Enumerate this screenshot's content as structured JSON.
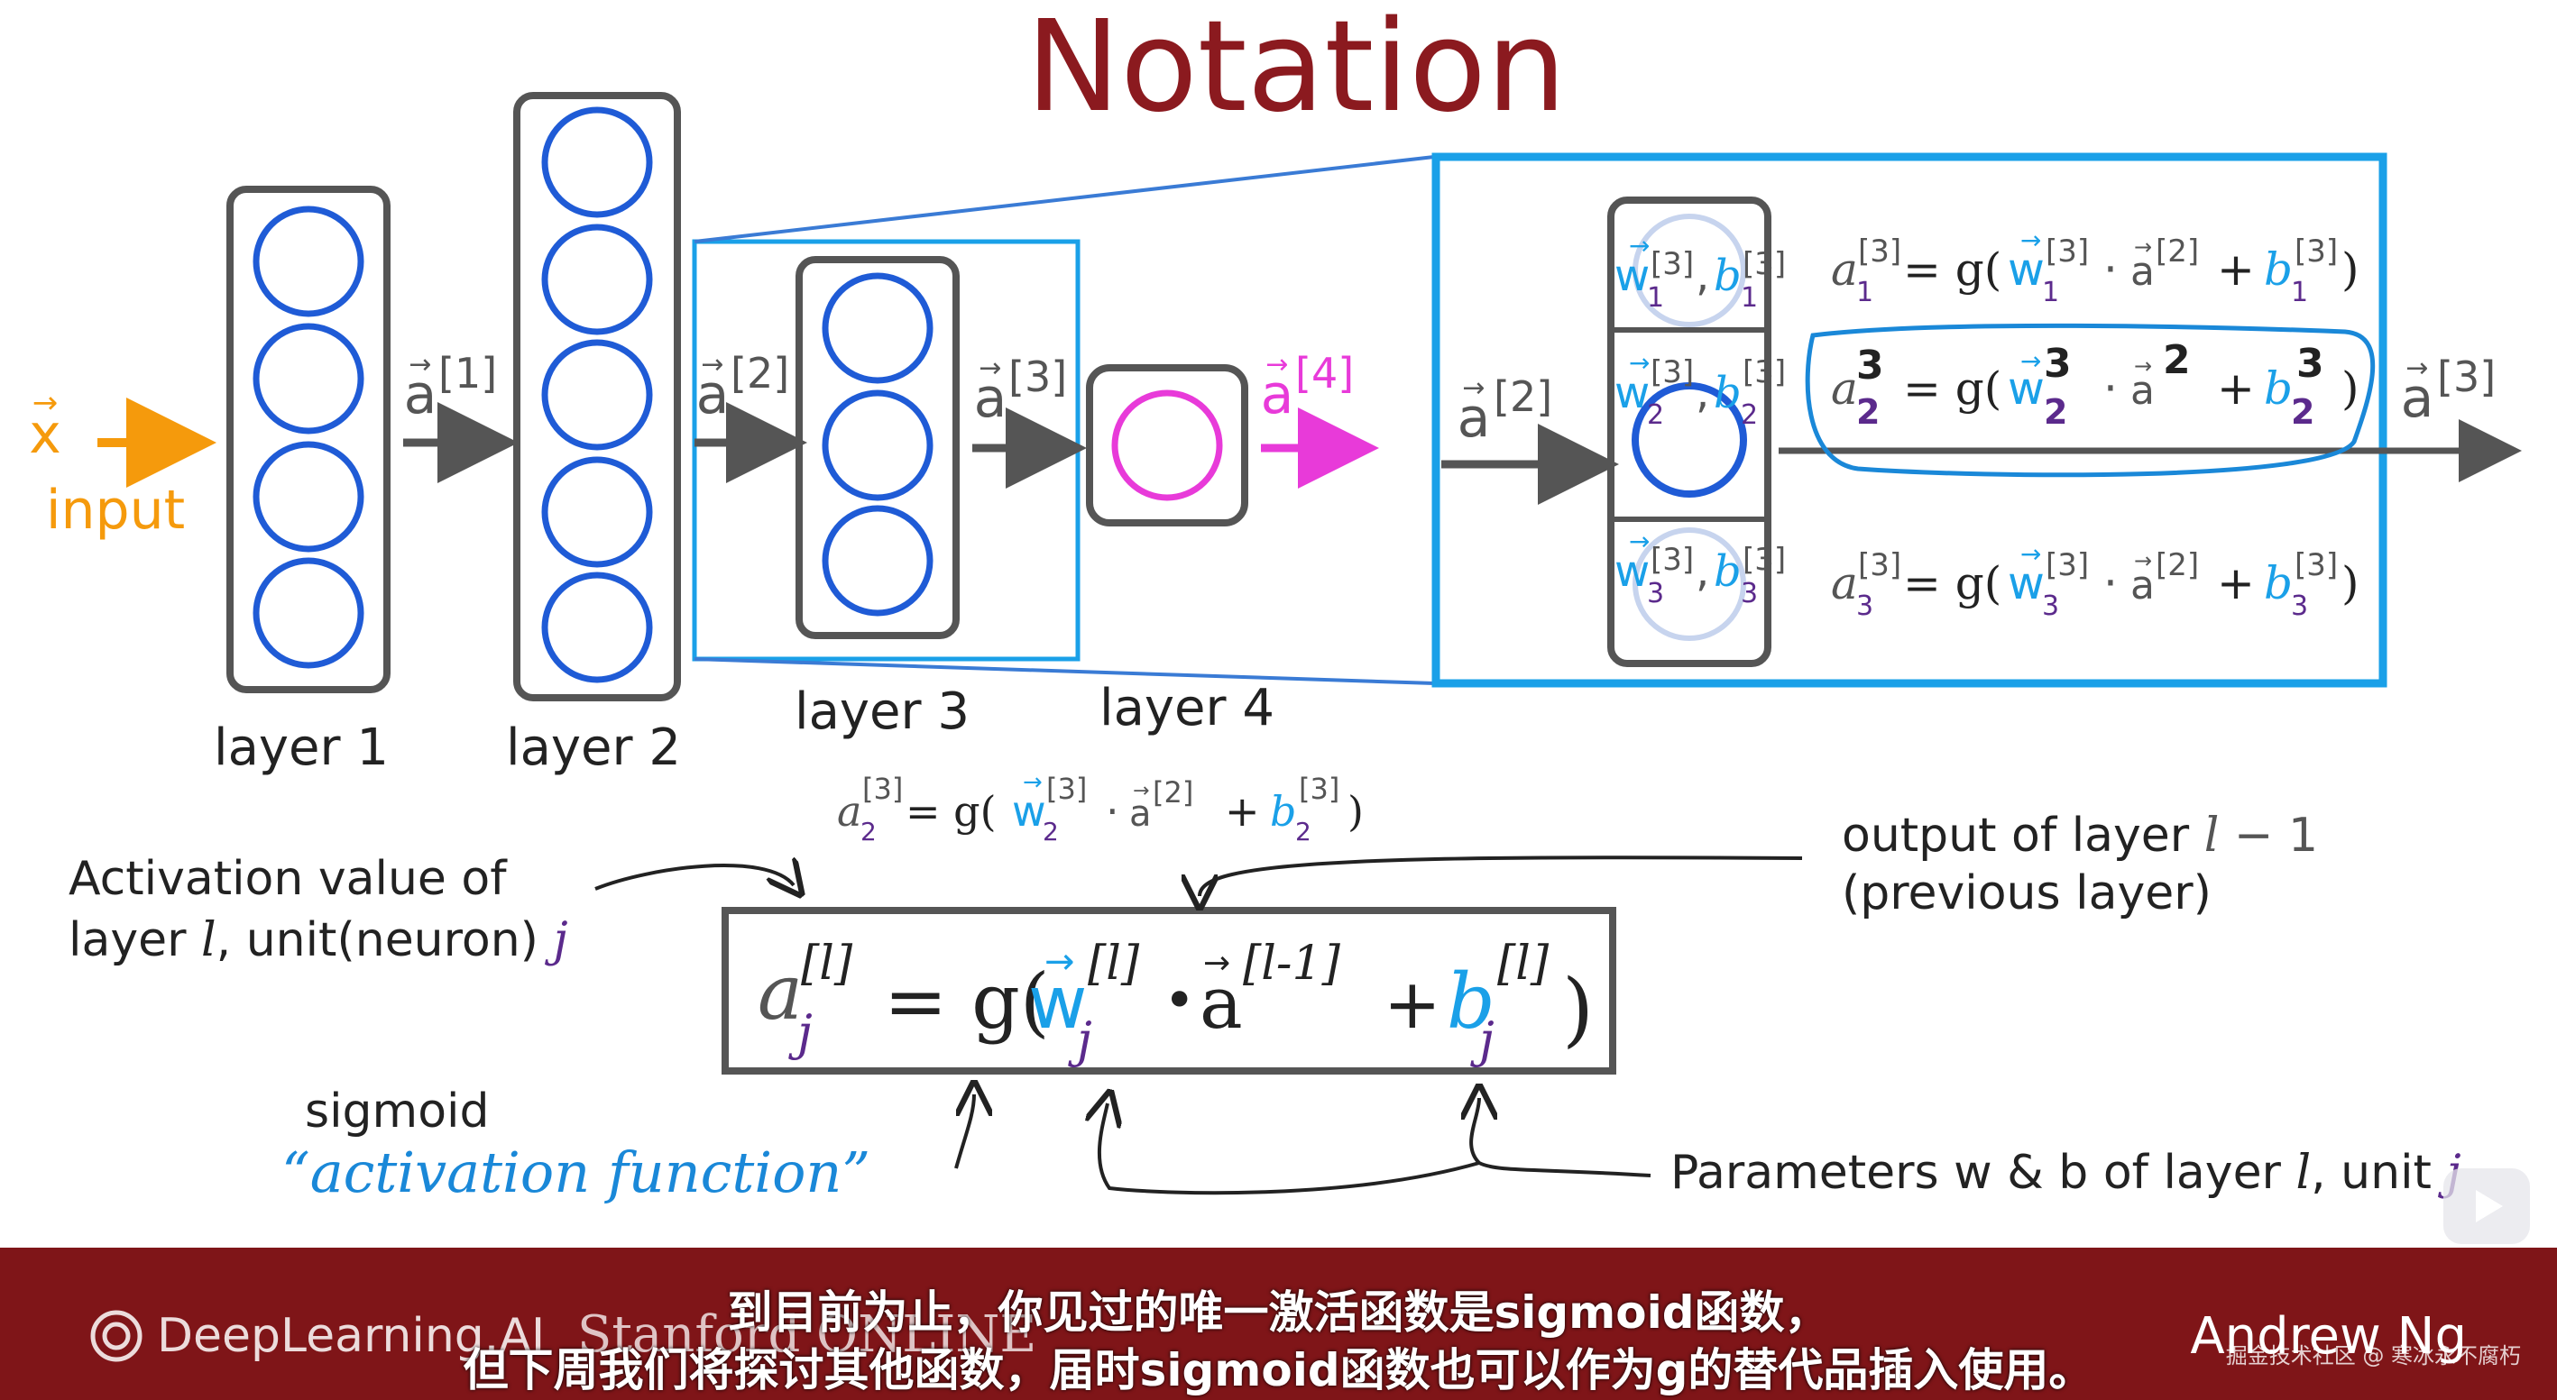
{
  "title": "Notation",
  "colors": {
    "title": "#8b1a1f",
    "blue_unit": "#1f5bd6",
    "cyan": "#1aa0e8",
    "orange": "#f59a0c",
    "magenta": "#e83ad9",
    "purple": "#5b2a8c",
    "box": "#555555",
    "footer": "#7f1518"
  },
  "network": {
    "input_symbol": "x",
    "input_label": "input",
    "layers": [
      "layer 1",
      "layer 2",
      "layer 3",
      "layer 4"
    ],
    "arrows": [
      "a",
      "a",
      "a",
      "a"
    ],
    "superscripts": [
      "[1]",
      "[2]",
      "[3]",
      "[4]"
    ]
  },
  "zoom": {
    "input_a": "a",
    "input_sup": "[2]",
    "output_a": "a",
    "output_sup": "[3]",
    "units": [
      {
        "w": "w",
        "b": "b",
        "sub": "1",
        "sup": "[3]"
      },
      {
        "w": "w",
        "b": "b",
        "sub": "2",
        "sup": "[3]"
      },
      {
        "w": "w",
        "b": "b",
        "sub": "3",
        "sup": "[3]"
      }
    ],
    "equations": [
      {
        "a": "a",
        "sub": "1",
        "sup": "[3]",
        "eq": "= g(",
        "w": "w",
        "wsub": "1",
        "wsup": "[3]",
        "dot": "·",
        "ain": "a",
        "ainsup": "[2]",
        "plus": "+",
        "b": "b",
        "bsub": "1",
        "bsup": "[3]",
        "close": ")"
      },
      {
        "a": "a",
        "sub": "2",
        "sup": "3",
        "eq": "= g(",
        "w": "w",
        "wsub": "2",
        "wsup": "3",
        "dot": "·",
        "ain": "a",
        "ainsup": "2",
        "plus": "+",
        "b": "b",
        "bsub": "2",
        "bsup": "3",
        "close": ")"
      },
      {
        "a": "a",
        "sub": "3",
        "sup": "[3]",
        "eq": "= g(",
        "w": "w",
        "wsub": "3",
        "wsup": "[3]",
        "dot": "·",
        "ain": "a",
        "ainsup": "[2]",
        "plus": "+",
        "b": "b",
        "bsub": "3",
        "bsup": "[3]",
        "close": ")"
      }
    ]
  },
  "example_eq": {
    "a": "a",
    "sub": "2",
    "sup": "[3]",
    "rest1": "= g(",
    "w": "w",
    "wsub": "2",
    "wsup": "[3]",
    "dot": "·",
    "ain": "a",
    "ainsup": "[2]",
    "plus": "+",
    "b": "b",
    "bsub": "2",
    "bsup": "[3]",
    "close": ")"
  },
  "general_eq": {
    "a": "a",
    "sub": "j",
    "sup": "[l]",
    "eq": "= g(",
    "w": "w",
    "wsub": "j",
    "wsup": "[l]",
    "dot": "•",
    "ain": "a",
    "ainsup": "[l-1]",
    "plus": "+",
    "b": "b",
    "bsub": "j",
    "bsup": "[l]",
    "close": ")"
  },
  "annotations": {
    "activation_1": "Activation value of",
    "activation_2a": "layer ",
    "activation_2l": "l",
    "activation_2b": ", unit(neuron) ",
    "activation_2j": "j",
    "output_1a": "output of layer ",
    "output_1l": "l",
    "output_1b": " − 1",
    "output_2": "(previous layer)",
    "sigmoid": "sigmoid",
    "activation_function": "“activation function”",
    "params_a": "Parameters w & b of layer ",
    "params_l": "l",
    "params_b": ", unit ",
    "params_j": "j"
  },
  "footer": {
    "brand_dl": "DeepLearning.AI",
    "brand_su": "Stanford ONLINE",
    "instructor": "Andrew Ng",
    "watermark": "掘金技术社区 @ 寒冰永不腐朽",
    "subtitle_line1": "到目前为止，你见过的唯一激活函数是sigmoid函数，",
    "subtitle_line2": "但下周我们将探讨其他函数，届时sigmoid函数也可以作为g的替代品插入使用。"
  }
}
